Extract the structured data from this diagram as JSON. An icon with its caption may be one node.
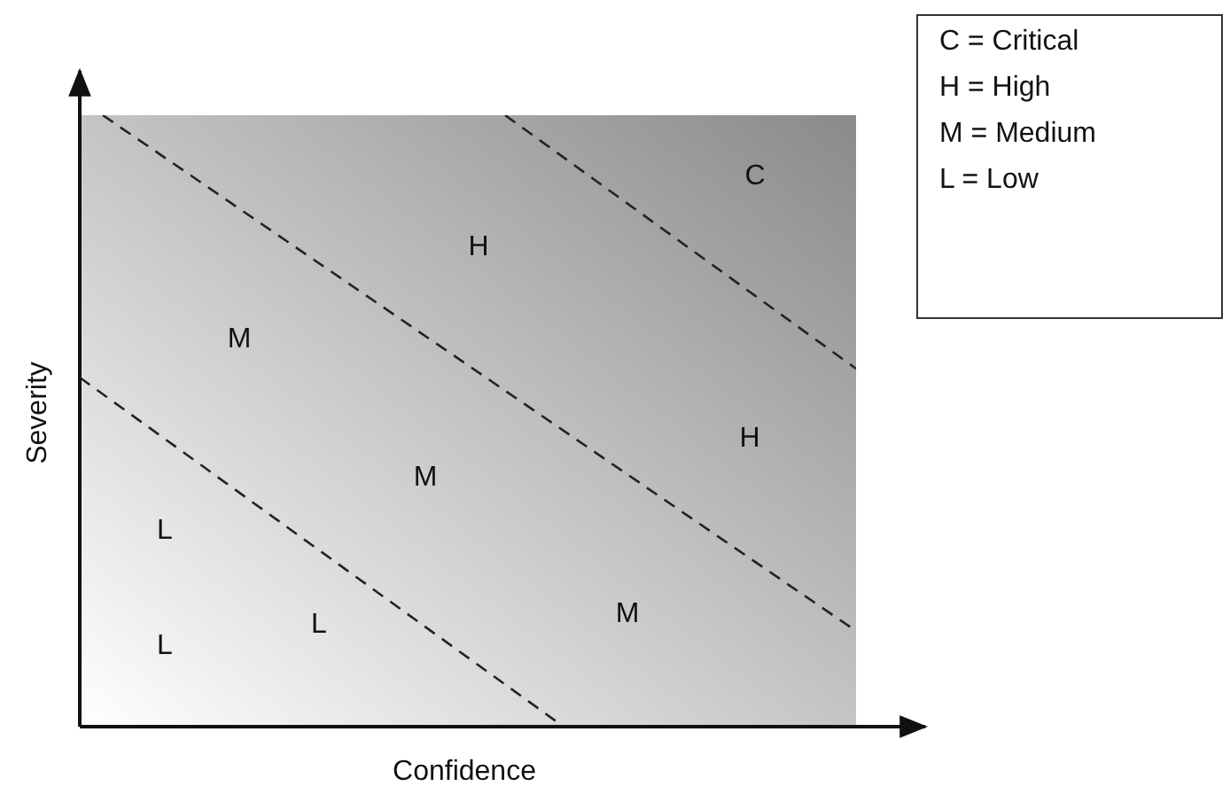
{
  "diagram": {
    "labels": [
      "C",
      "H",
      "M",
      "H",
      "M",
      "L",
      "M",
      "L",
      "L",
      "Severity",
      "Confidence"
    ],
    "legend": [
      {
        "text": "C = Critical"
      },
      {
        "text": "H = High"
      },
      {
        "text": "M = Medium"
      },
      {
        "text": "L = Low"
      }
    ]
  }
}
